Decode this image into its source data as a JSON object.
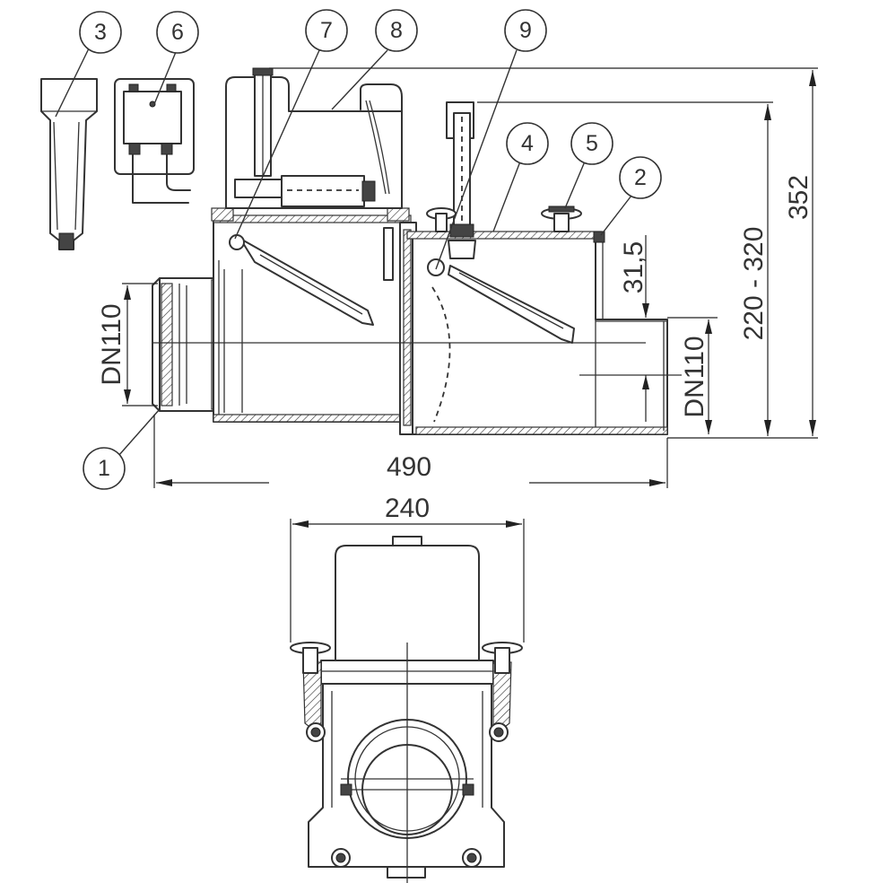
{
  "callouts": [
    {
      "label": "1"
    },
    {
      "label": "2"
    },
    {
      "label": "3"
    },
    {
      "label": "4"
    },
    {
      "label": "5"
    },
    {
      "label": "6"
    },
    {
      "label": "7"
    },
    {
      "label": "8"
    },
    {
      "label": "9"
    }
  ],
  "dimensions": {
    "overall_length": "490",
    "overall_height": "352",
    "height_range": "220 - 320",
    "outlet_offset": "31,5",
    "inlet_diameter": "DN110",
    "outlet_diameter": "DN110",
    "front_width": "240"
  }
}
